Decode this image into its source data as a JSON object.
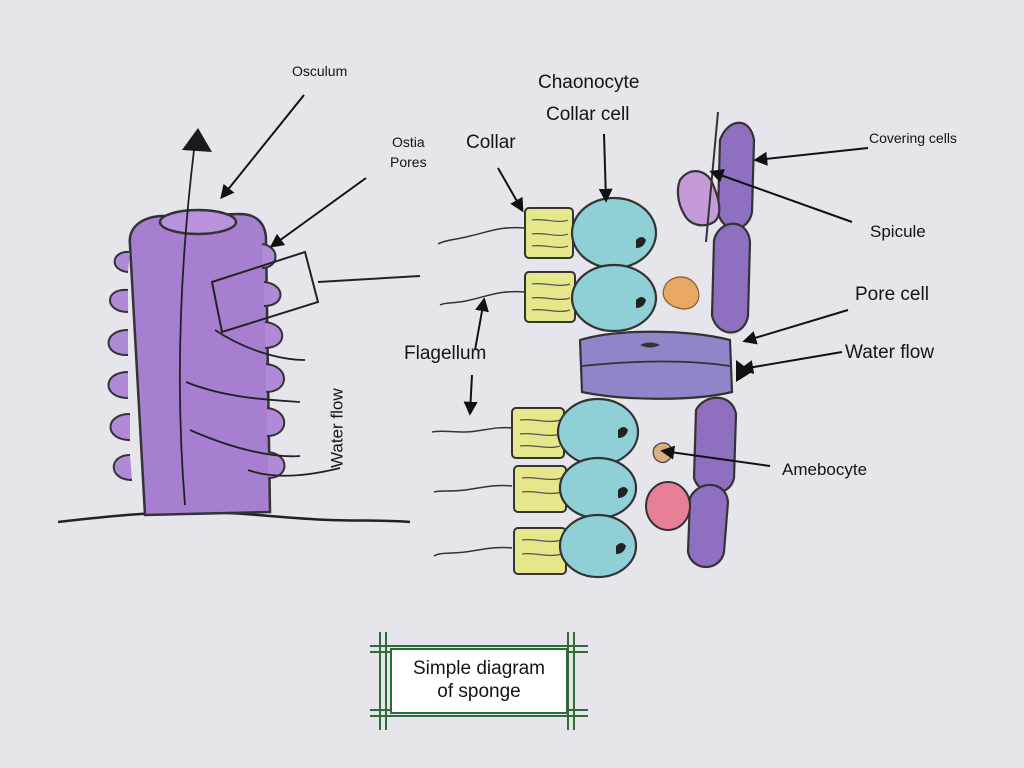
{
  "labels": {
    "osculum": "Osculum",
    "ostia_pores_line1": "Ostia",
    "ostia_pores_line2": "Pores",
    "water_flow_vertical": "Water flow",
    "chaonocyte": "Chaonocyte",
    "collar_cell": "Collar cell",
    "collar": "Collar",
    "flagellum": "Flagellum",
    "covering_cells": "Covering cells",
    "spicule": "Spicule",
    "pore_cell": "Pore cell",
    "water_flow": "Water flow",
    "amebocyte": "Amebocyte"
  },
  "title": {
    "line1": "Simple diagram",
    "line2": "of sponge"
  },
  "colors": {
    "background": "#e6e5ec",
    "sponge_body": "#a77fd0",
    "choanocyte": "#8fd0d6",
    "collar": "#e6e68a",
    "amebocyte_orange": "#e8a865",
    "red_cell": "#e87f98",
    "frame": "#2e6b36"
  }
}
